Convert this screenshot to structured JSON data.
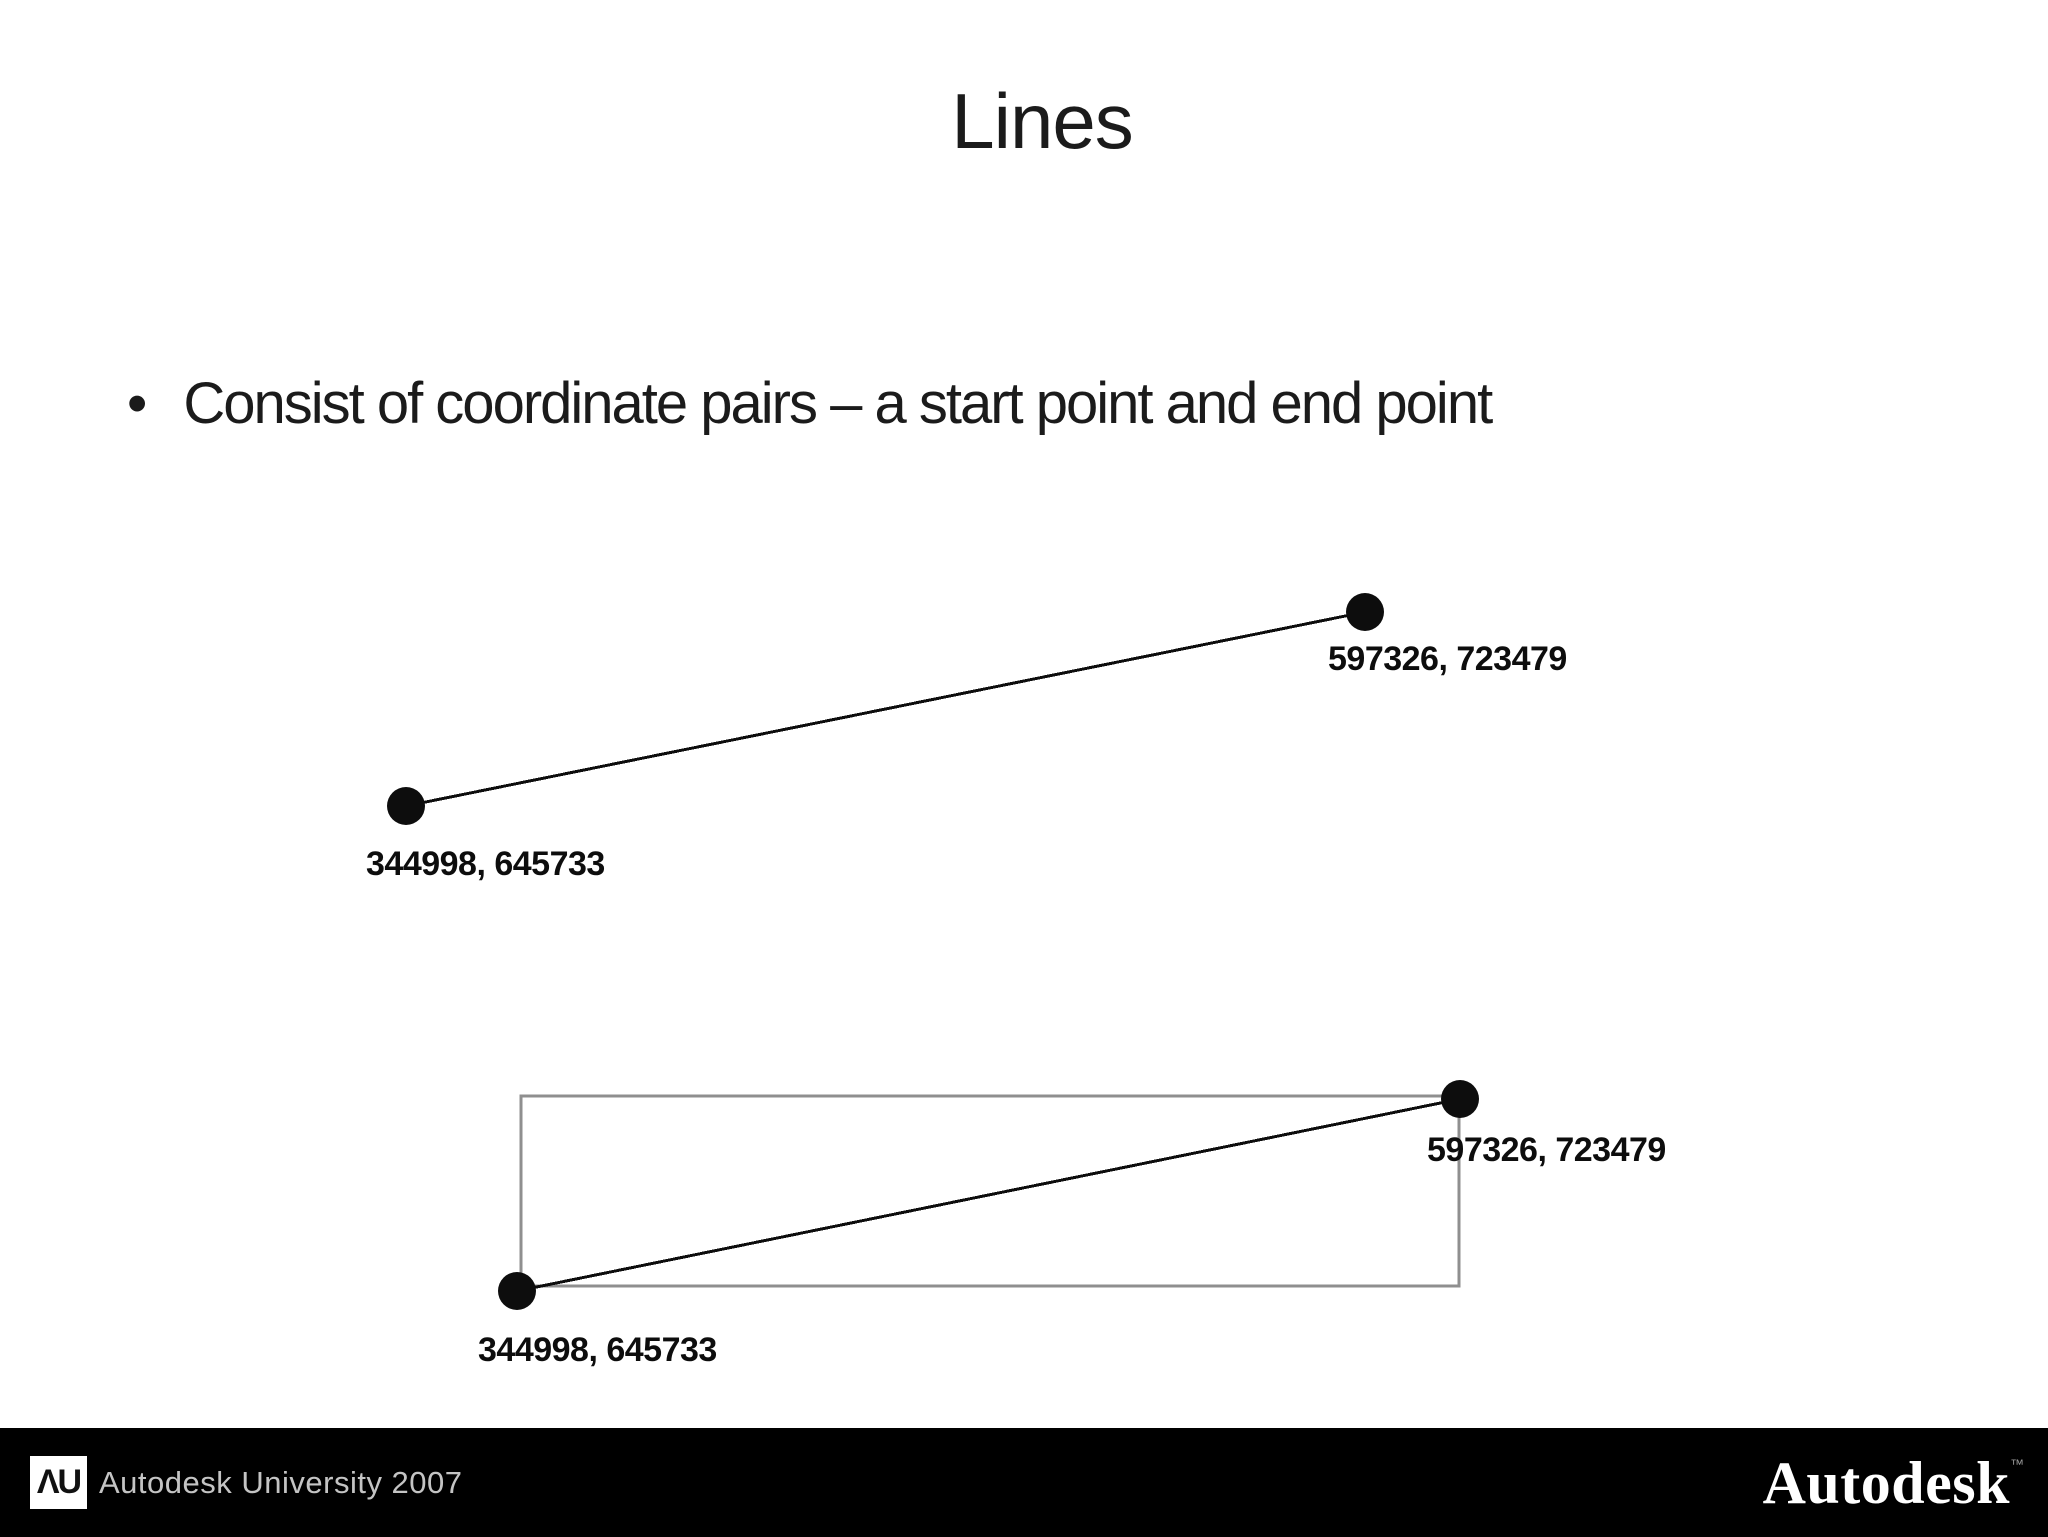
{
  "slide": {
    "title": "Lines",
    "bullet": {
      "glyph": "•",
      "text": "Consist of coordinate pairs – a start point and end point"
    }
  },
  "diagrams": {
    "simple_line": {
      "start_label": "344998, 645733",
      "end_label": "597326, 723479"
    },
    "line_with_extent": {
      "start_label": "344998, 645733",
      "end_label": "597326, 723479"
    }
  },
  "footer": {
    "badge_text": "ΛU",
    "left_text": "Autodesk University 2007",
    "brand_text": "Autodesk",
    "brand_trademark": "™"
  },
  "colors": {
    "slide_background": "#ffffff",
    "body_text": "#1b1b1b",
    "diagram_ink": "#0d0d0d",
    "extent_border": "#8f8f8f",
    "footer_background": "#000000",
    "footer_text": "#c4c4c4",
    "brand_color": "#ffffff"
  }
}
